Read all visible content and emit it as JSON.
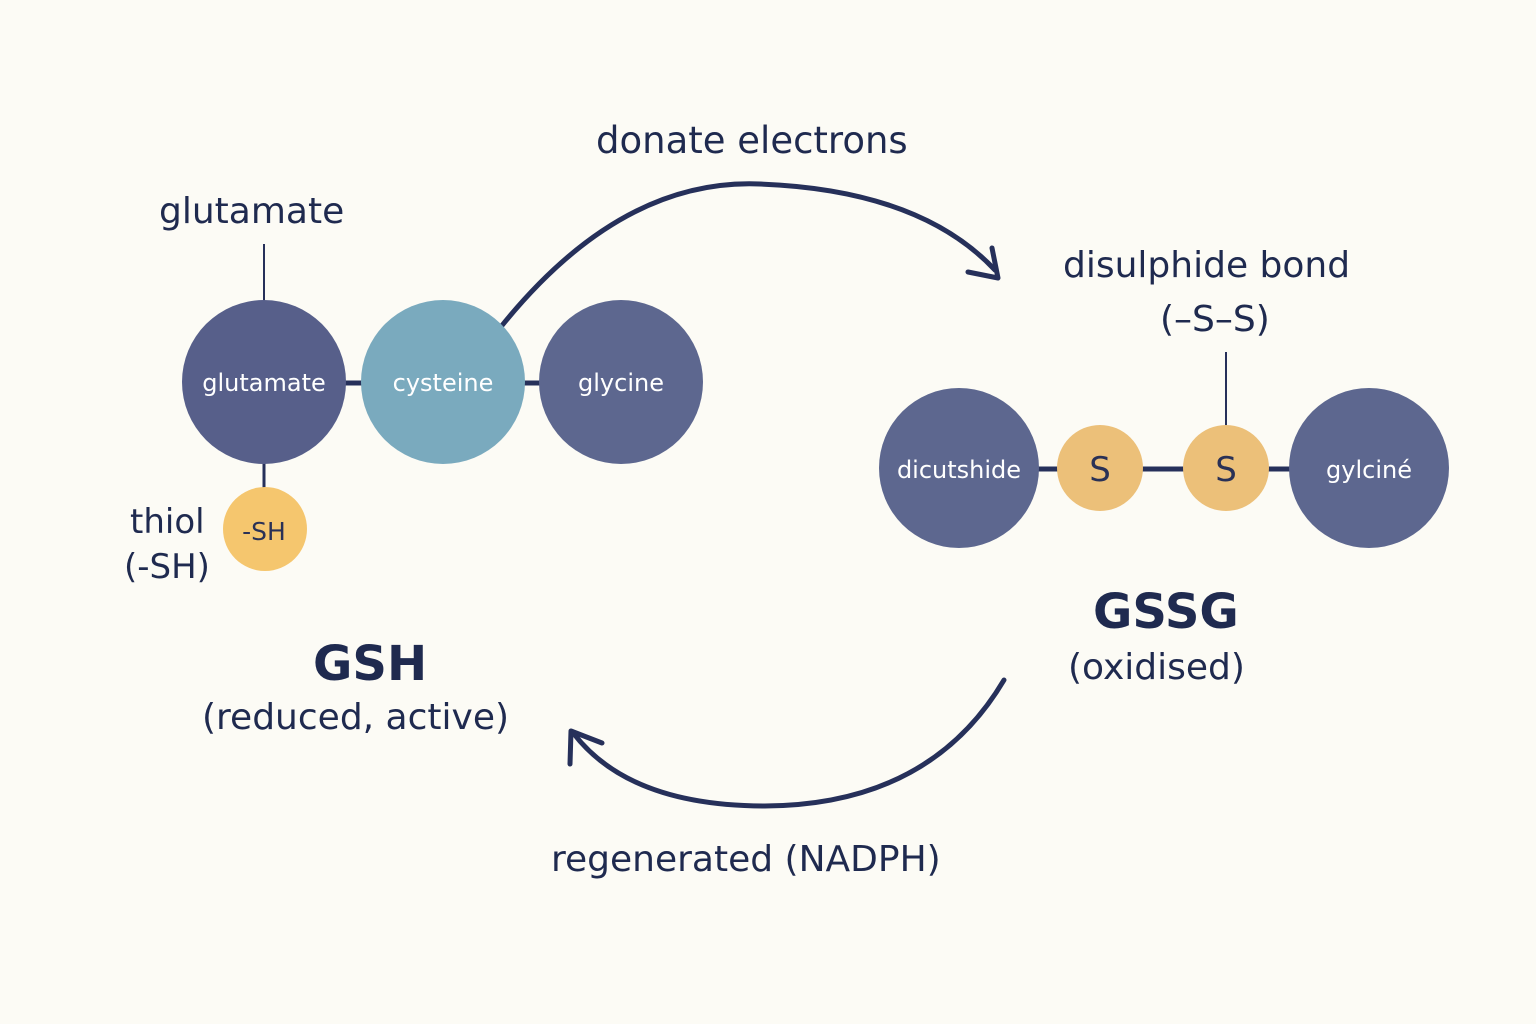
{
  "top_arrow_label": "donate electrons",
  "bottom_arrow_label": "regenerated (NADPH)",
  "gsh": {
    "glutamate_label": "glutamate",
    "nodes": {
      "glutamate": "glutamate",
      "cysteine": "cysteine",
      "glycine": "glycine"
    },
    "thiol_group": "-SH",
    "thiol_label_line1": "thiol",
    "thiol_label_line2": "(-SH)",
    "title": "GSH",
    "subtitle": "(reduced, active)"
  },
  "gssg": {
    "bond_label_line1": "disulphide bond",
    "bond_label_line2": "(–S–S)",
    "nodes": {
      "left": "dicutshide",
      "sulfur_1": "S",
      "sulfur_2": "S",
      "right": "gylciné"
    },
    "title": "GSSG",
    "subtitle": "(oxidised)"
  },
  "colors": {
    "background": "#fcfbf5",
    "text": "#1f2a4f",
    "dark_node": "#5d678f",
    "dark_node_alt": "#575f8a",
    "cysteine_node": "#7aaabe",
    "sulfur_node": "#ecc079",
    "thiol_node": "#f5c66e",
    "arrow": "#26305a"
  }
}
